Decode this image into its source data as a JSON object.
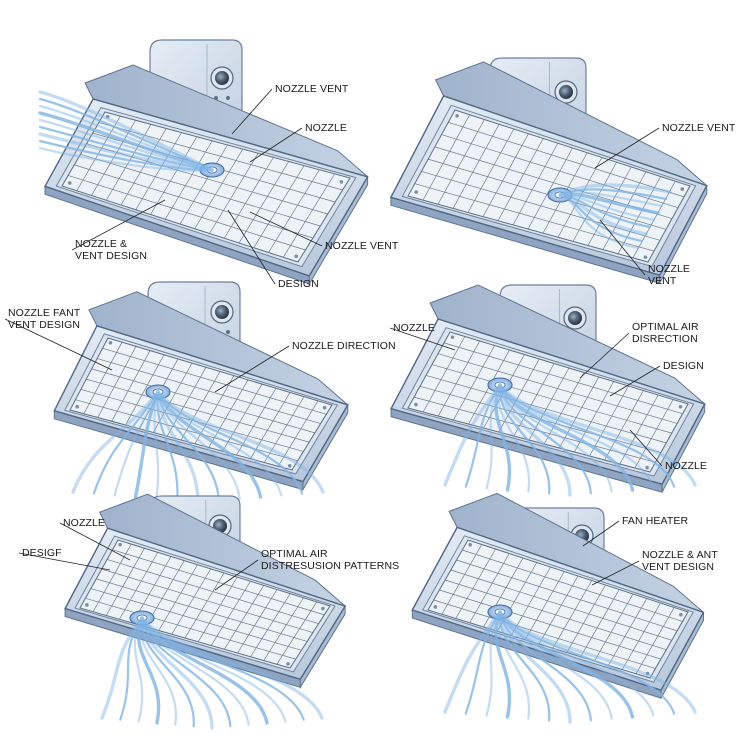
{
  "panels": [
    {
      "labels": [
        {
          "lines": [
            "NOZZLE VENT"
          ]
        },
        {
          "lines": [
            "NOZZLE"
          ]
        },
        {
          "lines": [
            "NOZZLE &",
            "VENT DESIGN"
          ]
        },
        {
          "lines": [
            "NOZZLE VENT"
          ]
        },
        {
          "lines": [
            "DESIGN"
          ]
        }
      ]
    },
    {
      "labels": [
        {
          "lines": [
            "NOZZLE VENT"
          ]
        },
        {
          "lines": [
            "NOZZLE",
            "VENT"
          ]
        }
      ]
    },
    {
      "labels": [
        {
          "lines": [
            "NOZZLE FANT",
            "VENT DESIGN"
          ]
        },
        {
          "lines": [
            "NOZZLE DIRECTION"
          ]
        }
      ]
    },
    {
      "labels": [
        {
          "lines": [
            "NOZZLE"
          ]
        },
        {
          "lines": [
            "OPTIMAL AIR",
            "DISRECTION"
          ]
        },
        {
          "lines": [
            "DESIGN"
          ]
        },
        {
          "lines": [
            "NOZZLE"
          ]
        }
      ]
    },
    {
      "labels": [
        {
          "lines": [
            "NOZZLE"
          ]
        },
        {
          "lines": [
            "DESIGF"
          ]
        },
        {
          "lines": [
            "OPTIMAL AIR",
            "DISTRESUSION PATTERNS"
          ]
        }
      ]
    },
    {
      "labels": [
        {
          "lines": [
            "FAN HEATER"
          ]
        },
        {
          "lines": [
            "NOZZLE & ANT",
            "VENT DESIGN"
          ]
        }
      ]
    }
  ],
  "colors": {
    "housing": "#c9d6e6",
    "housing_dark": "#8aa2c0",
    "frame": "#dbe5f0",
    "grille": "#5f6f85",
    "airflow": "#7fb4e6",
    "knob": "#3b4a5c",
    "label": "#1a1a1a"
  },
  "icons": [
    "knob-icon",
    "nozzle-icon",
    "airflow-icon"
  ]
}
